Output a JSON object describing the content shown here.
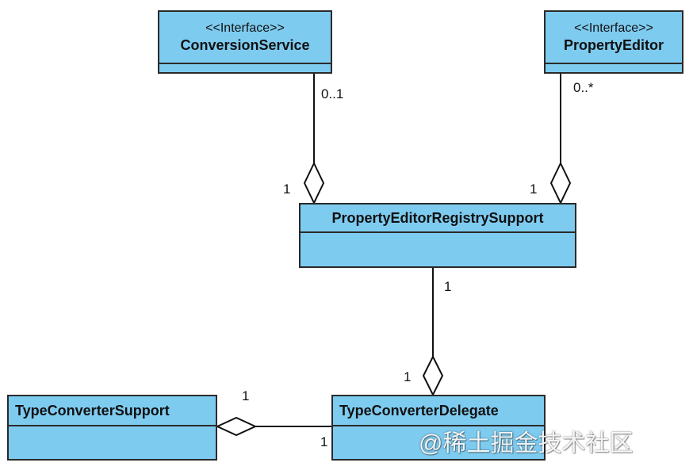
{
  "classes": {
    "conversion_service": {
      "stereotype": "<<Interface>>",
      "name": "ConversionService"
    },
    "property_editor": {
      "stereotype": "<<Interface>>",
      "name": "PropertyEditor"
    },
    "registry_support": {
      "name": "PropertyEditorRegistrySupport"
    },
    "converter_delegate": {
      "name": "TypeConverterDelegate"
    },
    "converter_support": {
      "name": "TypeConverterSupport"
    }
  },
  "multiplicities": {
    "cs_end": "0..1",
    "cs_registry_end": "1",
    "pe_end": "0..*",
    "pe_registry_end": "1",
    "registry_end": "1",
    "delegate_top_end": "1",
    "support_end": "1",
    "delegate_left_end": "1"
  },
  "watermark": "@稀土掘金技术社区",
  "colors": {
    "class_fill": "#7ecbf0",
    "border": "#2a2a2a",
    "line": "#111111"
  }
}
